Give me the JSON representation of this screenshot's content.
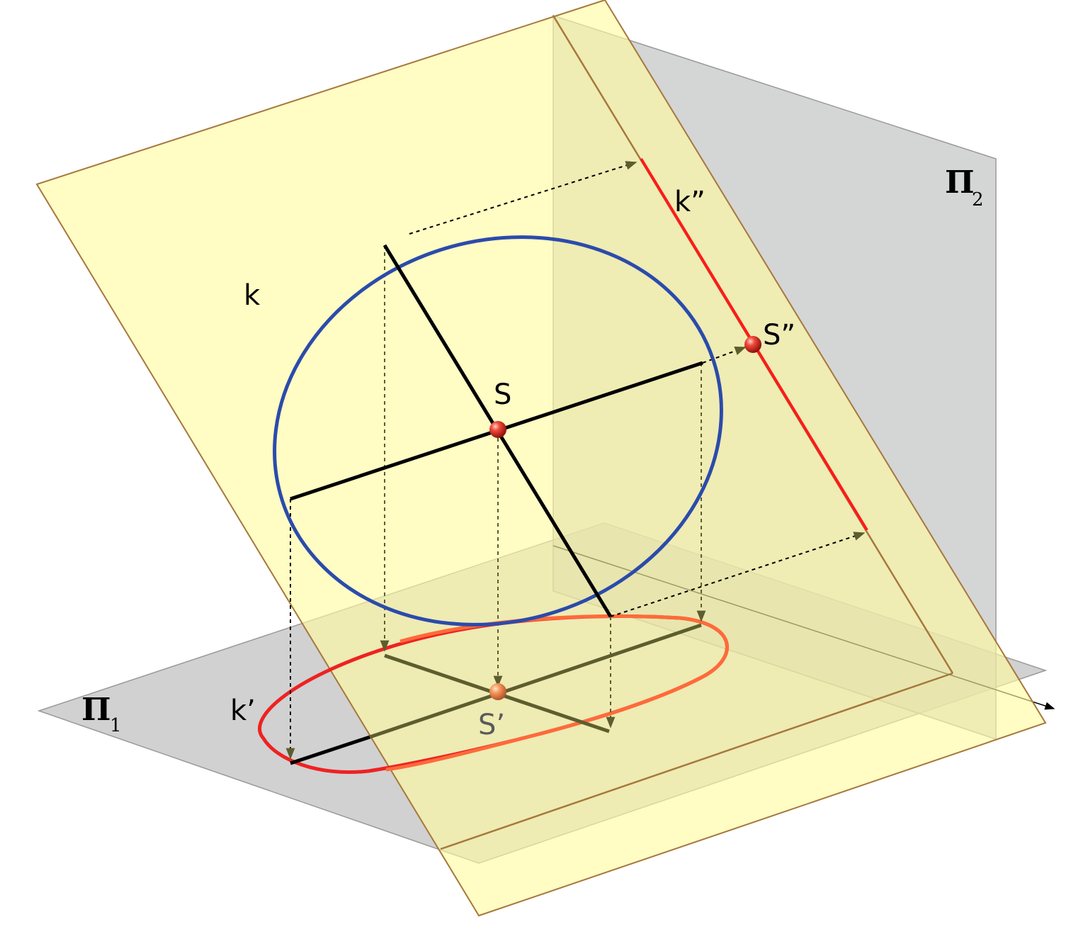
{
  "labels": {
    "circle": "k",
    "circle_horizontal_projection": "k’",
    "circle_frontal_projection": "k”",
    "center": "S",
    "center_horizontal_projection": "S’",
    "center_frontal_projection": "S”",
    "plane_horizontal_symbol": "Π",
    "plane_horizontal_index": "1",
    "plane_frontal_symbol": "Π",
    "plane_frontal_index": "2"
  },
  "colors": {
    "circle": "#2b4bab",
    "circle_projection_front": "#ff6a3a",
    "circle_projection_back": "#ee2222",
    "trace": "#ff1a1a",
    "diameter": "#000000",
    "diameter_projection": "#5d5d2e",
    "projector": "#5d5d2e",
    "inclined_plane": "#fffaa0",
    "inclined_plane_edge": "#a6783c",
    "reference_plane": "#c9c9c9",
    "reference_plane_edge": "#9a9a9a",
    "point": "#dd2222",
    "point_projection": "#f08a4b"
  }
}
